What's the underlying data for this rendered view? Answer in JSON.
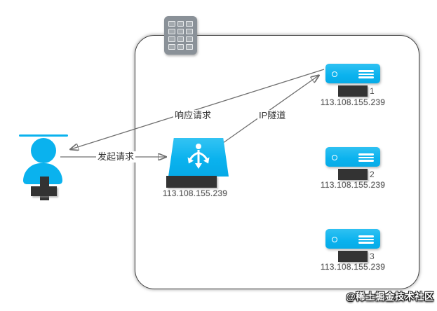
{
  "diagram": {
    "arrows": {
      "initiate_request_label": "发起请求",
      "response_request_label": "响应请求",
      "ip_tunnel_label": "IP隧道"
    },
    "load_balancer": {
      "icon": "load-balancer-icon",
      "ip": "113.108.155.239"
    },
    "servers": [
      {
        "icon": "server-icon",
        "number": "1",
        "ip": "113.108.155.239"
      },
      {
        "icon": "server-icon",
        "number": "2",
        "ip": "113.108.155.239"
      },
      {
        "icon": "server-icon",
        "number": "3",
        "ip": "113.108.155.239"
      }
    ],
    "gateway_icon": "network-switch-icon",
    "user_icon": "person-icon",
    "watermark": "@稀土掘金技术社区",
    "colors": {
      "accent_blue": "#0ab2ee",
      "redaction_dark": "#333333",
      "line_gray": "#6f6f6f"
    }
  }
}
